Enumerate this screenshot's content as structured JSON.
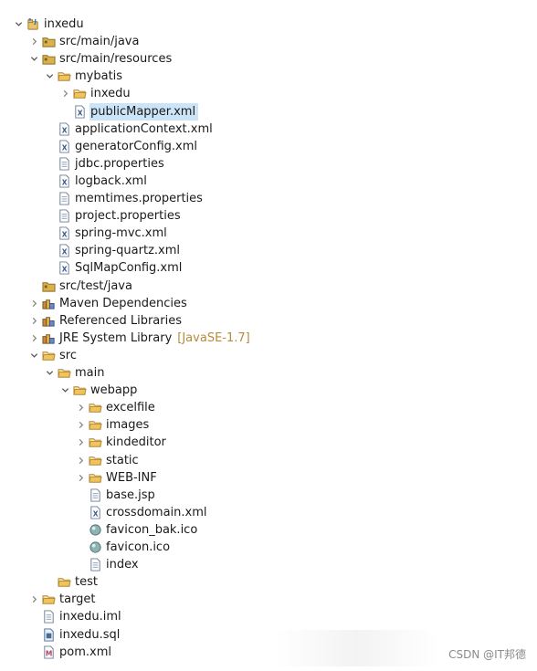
{
  "explorer": {
    "items": [
      {
        "label": "inxedu",
        "icon": "project",
        "depth": 0,
        "expand": "open"
      },
      {
        "label": "src/main/java",
        "icon": "src-folder",
        "depth": 1,
        "expand": "closed"
      },
      {
        "label": "src/main/resources",
        "icon": "src-folder",
        "depth": 1,
        "expand": "open"
      },
      {
        "label": "mybatis",
        "icon": "folder",
        "depth": 2,
        "expand": "open"
      },
      {
        "label": "inxedu",
        "icon": "folder",
        "depth": 3,
        "expand": "closed"
      },
      {
        "label": "publicMapper.xml",
        "icon": "xml-file",
        "depth": 3,
        "expand": "none",
        "selected": true
      },
      {
        "label": "applicationContext.xml",
        "icon": "xml-file",
        "depth": 2,
        "expand": "none"
      },
      {
        "label": "generatorConfig.xml",
        "icon": "xml-file",
        "depth": 2,
        "expand": "none"
      },
      {
        "label": "jdbc.properties",
        "icon": "text-file",
        "depth": 2,
        "expand": "none"
      },
      {
        "label": "logback.xml",
        "icon": "xml-file",
        "depth": 2,
        "expand": "none"
      },
      {
        "label": "memtimes.properties",
        "icon": "text-file",
        "depth": 2,
        "expand": "none"
      },
      {
        "label": "project.properties",
        "icon": "text-file",
        "depth": 2,
        "expand": "none"
      },
      {
        "label": "spring-mvc.xml",
        "icon": "xml-file",
        "depth": 2,
        "expand": "none"
      },
      {
        "label": "spring-quartz.xml",
        "icon": "xml-file",
        "depth": 2,
        "expand": "none"
      },
      {
        "label": "SqlMapConfig.xml",
        "icon": "xml-file",
        "depth": 2,
        "expand": "none"
      },
      {
        "label": "src/test/java",
        "icon": "src-folder",
        "depth": 1,
        "expand": "none"
      },
      {
        "label": "Maven Dependencies",
        "icon": "library",
        "depth": 1,
        "expand": "closed"
      },
      {
        "label": "Referenced Libraries",
        "icon": "library",
        "depth": 1,
        "expand": "closed"
      },
      {
        "label": "JRE System Library",
        "icon": "library",
        "depth": 1,
        "expand": "closed",
        "decoration": "[JavaSE-1.7]"
      },
      {
        "label": "src",
        "icon": "folder",
        "depth": 1,
        "expand": "open"
      },
      {
        "label": "main",
        "icon": "folder",
        "depth": 2,
        "expand": "open"
      },
      {
        "label": "webapp",
        "icon": "folder",
        "depth": 3,
        "expand": "open"
      },
      {
        "label": "excelfile",
        "icon": "folder",
        "depth": 4,
        "expand": "closed"
      },
      {
        "label": "images",
        "icon": "folder",
        "depth": 4,
        "expand": "closed"
      },
      {
        "label": "kindeditor",
        "icon": "folder",
        "depth": 4,
        "expand": "closed"
      },
      {
        "label": "static",
        "icon": "folder",
        "depth": 4,
        "expand": "closed"
      },
      {
        "label": "WEB-INF",
        "icon": "folder",
        "depth": 4,
        "expand": "closed"
      },
      {
        "label": "base.jsp",
        "icon": "text-file",
        "depth": 4,
        "expand": "none"
      },
      {
        "label": "crossdomain.xml",
        "icon": "xml-file",
        "depth": 4,
        "expand": "none"
      },
      {
        "label": "favicon_bak.ico",
        "icon": "ico-file",
        "depth": 4,
        "expand": "none"
      },
      {
        "label": "favicon.ico",
        "icon": "ico-file",
        "depth": 4,
        "expand": "none"
      },
      {
        "label": "index",
        "icon": "text-file",
        "depth": 4,
        "expand": "none"
      },
      {
        "label": "test",
        "icon": "folder",
        "depth": 2,
        "expand": "none"
      },
      {
        "label": "target",
        "icon": "folder",
        "depth": 1,
        "expand": "closed"
      },
      {
        "label": "inxedu.iml",
        "icon": "text-file",
        "depth": 1,
        "expand": "none"
      },
      {
        "label": "inxedu.sql",
        "icon": "sql-file",
        "depth": 1,
        "expand": "none"
      },
      {
        "label": "pom.xml",
        "icon": "maven-file",
        "depth": 1,
        "expand": "none"
      }
    ]
  },
  "watermark": "CSDN @IT邦德",
  "colors": {
    "selection": "#cce4f7",
    "folder": "#e8b84a",
    "decoration": "#b88a3c"
  }
}
